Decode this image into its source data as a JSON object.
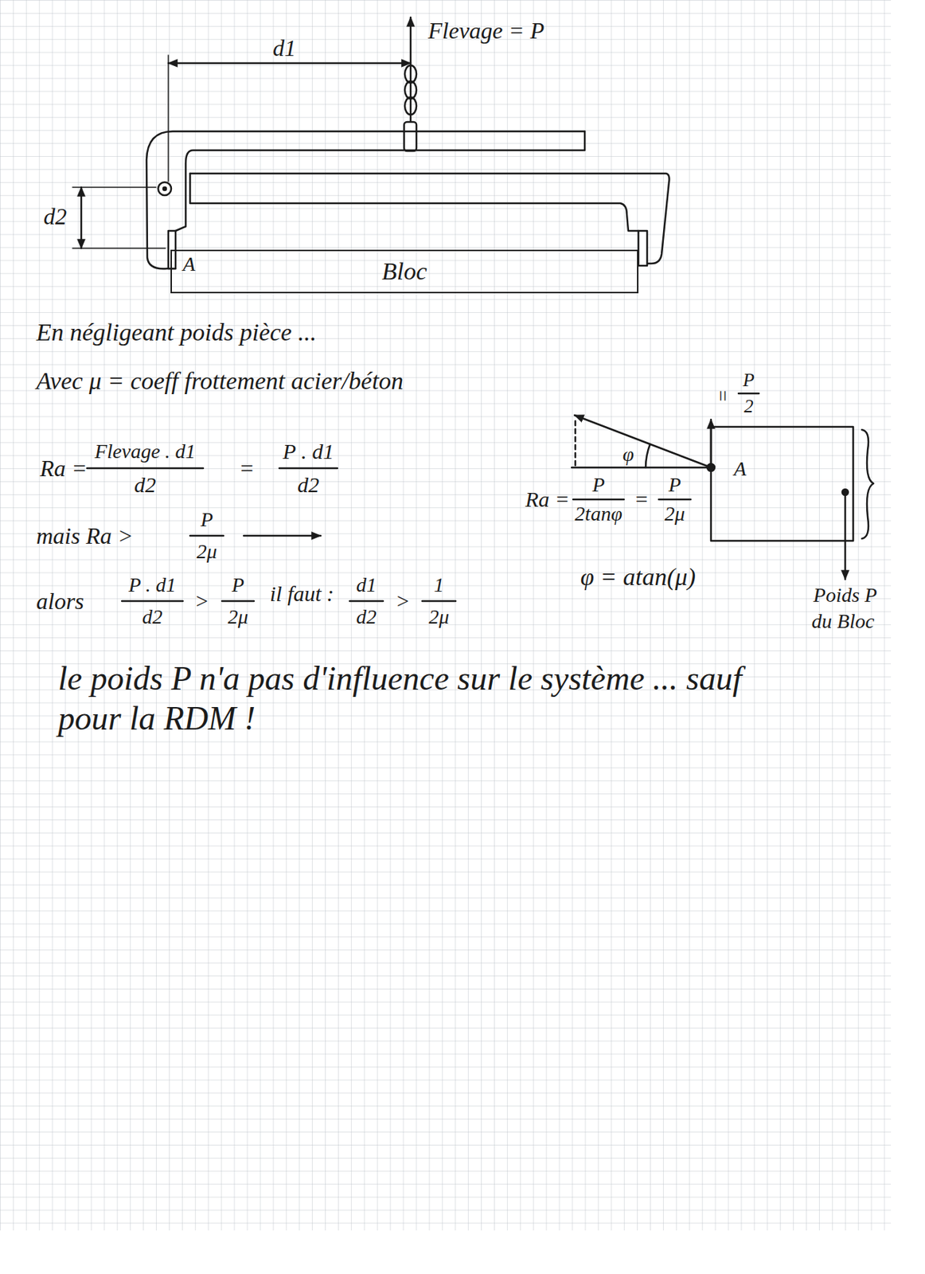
{
  "diagram": {
    "nodes": [
      {
        "text": [
          "Bloc"
        ]
      }
    ],
    "labels": [
      "d1",
      "Flevage = P",
      "d2",
      "A",
      "En négligeant poids pièce ...",
      "Avec μ = coeff frottement acier/béton",
      "Ra =",
      "Flevage . d1",
      "d2",
      "=",
      "P . d1",
      "d2",
      "mais Ra >",
      "P",
      "2μ",
      "alors",
      "P . d1",
      "d2",
      ">",
      "P",
      "2μ",
      "il faut :",
      "d1",
      "d2",
      ">",
      "1",
      "2μ",
      "le poids P n'a pas d'influence sur le système ... sauf",
      "pour la RDM !",
      "=",
      "P",
      "2",
      "φ",
      "A",
      "Ra =",
      "P",
      "2tanφ",
      "=",
      "P",
      "2μ",
      "φ = atan(μ)",
      "Poids P",
      "du Bloc"
    ]
  }
}
